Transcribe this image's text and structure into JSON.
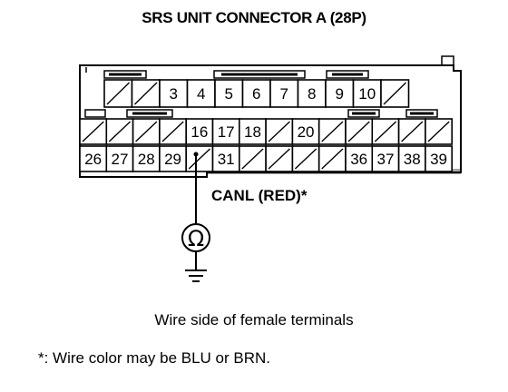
{
  "title": "SRS UNIT CONNECTOR A (28P)",
  "connector": {
    "row1": [
      {
        "n": null
      },
      {
        "n": null
      },
      {
        "n": "3"
      },
      {
        "n": "4"
      },
      {
        "n": "5"
      },
      {
        "n": "6"
      },
      {
        "n": "7"
      },
      {
        "n": "8"
      },
      {
        "n": "9"
      },
      {
        "n": "10"
      },
      {
        "n": null
      }
    ],
    "row2": [
      {
        "n": null
      },
      {
        "n": null
      },
      {
        "n": null
      },
      {
        "n": null
      },
      {
        "n": "16"
      },
      {
        "n": "17"
      },
      {
        "n": "18"
      },
      {
        "n": null
      },
      {
        "n": "20"
      },
      {
        "n": null
      },
      {
        "n": null
      },
      {
        "n": null
      },
      {
        "n": null
      },
      {
        "n": null
      }
    ],
    "row3": [
      {
        "n": "26"
      },
      {
        "n": "27"
      },
      {
        "n": "28"
      },
      {
        "n": "29"
      },
      {
        "n": null
      },
      {
        "n": "31"
      },
      {
        "n": null
      },
      {
        "n": null
      },
      {
        "n": null
      },
      {
        "n": null
      },
      {
        "n": "36"
      },
      {
        "n": "37"
      },
      {
        "n": "38"
      },
      {
        "n": "39"
      }
    ]
  },
  "wire_label": "CANL (RED)*",
  "meter_symbol": "Ω",
  "meter_icon": "ohmmeter-icon",
  "ground_icon": "ground-icon",
  "view_note": "Wire side of female terminals",
  "footnote": "*: Wire color may be BLU or BRN."
}
